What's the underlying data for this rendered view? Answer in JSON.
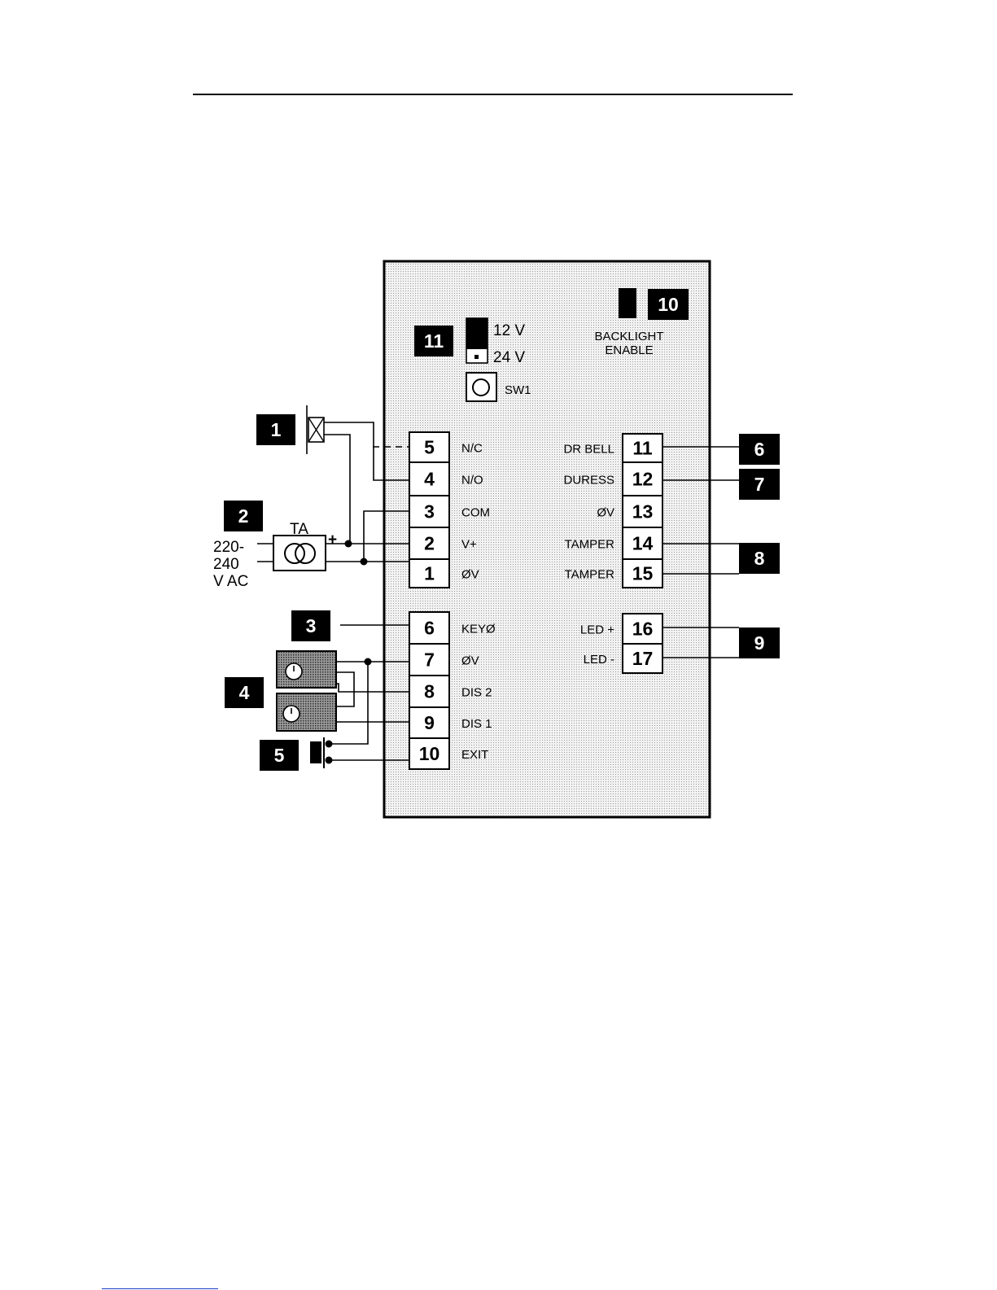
{
  "left_terminals": [
    {
      "num": "5",
      "label": "N/C"
    },
    {
      "num": "4",
      "label": "N/O"
    },
    {
      "num": "3",
      "label": "COM"
    },
    {
      "num": "2",
      "label": "V+"
    },
    {
      "num": "1",
      "label": "ØV"
    },
    {
      "num": "6",
      "label": "KEYØ"
    },
    {
      "num": "7",
      "label": "ØV"
    },
    {
      "num": "8",
      "label": "DIS 2"
    },
    {
      "num": "9",
      "label": "DIS 1"
    },
    {
      "num": "10",
      "label": "EXIT"
    }
  ],
  "right_terminals": [
    {
      "num": "11",
      "label": "DR BELL"
    },
    {
      "num": "12",
      "label": "DURESS"
    },
    {
      "num": "13",
      "label": "ØV"
    },
    {
      "num": "14",
      "label": "TAMPER"
    },
    {
      "num": "15",
      "label": "TAMPER"
    },
    {
      "num": "16",
      "label": "LED +"
    },
    {
      "num": "17",
      "label": "LED -"
    }
  ],
  "callouts": [
    "1",
    "2",
    "3",
    "4",
    "5",
    "6",
    "7",
    "8",
    "9",
    "10",
    "11"
  ],
  "jumper": {
    "v12": "12 V",
    "v24": "24 V"
  },
  "switch": {
    "label": "SW1"
  },
  "backlight": {
    "line1": "BACKLIGHT",
    "line2": "ENABLE"
  },
  "transformer": {
    "label": "TA",
    "plus": "+",
    "supply1": "220-",
    "supply2": "240",
    "supply3": "V AC"
  }
}
